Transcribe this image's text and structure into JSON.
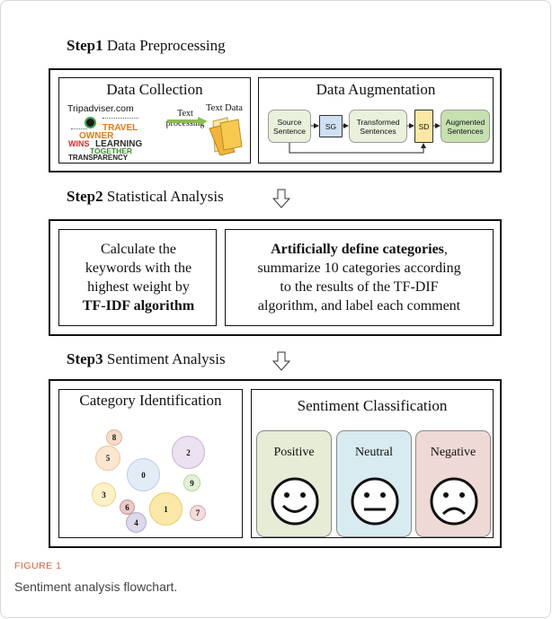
{
  "step1": {
    "number": "Step1",
    "title": "Data Preprocessing",
    "collection": {
      "heading": "Data Collection",
      "source": "Tripadviser.com",
      "text_data": "Text Data",
      "arrow_label": "Text\nprocessing",
      "words": [
        "TRAVEL",
        "OWNER",
        "WINS",
        "LEARNING",
        "TOGETHER",
        "TRANSPARENCY"
      ]
    },
    "augmentation": {
      "heading": "Data Augmentation",
      "nodes": {
        "source": "Source\nSentence",
        "sg": "SG",
        "transformed": "Transformed\nSentences",
        "sd": "SD",
        "augmented": "Augmented\nSentences"
      }
    }
  },
  "step2": {
    "number": "Step2",
    "title": "Statistical Analysis",
    "left_line1": "Calculate the",
    "left_line2": "keywords with the",
    "left_line3": "highest weight by",
    "left_bold": "TF-IDF algorithm",
    "right_bold": "Artificially define categories",
    "right_comma": ",",
    "right_line2": "summarize 10 categories according",
    "right_line3": "to the results of the TF-DIF",
    "right_line4": "algorithm, and label each comment"
  },
  "step3": {
    "number": "Step3",
    "title": "Sentiment Analysis",
    "category": {
      "heading": "Category Identification",
      "bubbles": [
        "0",
        "1",
        "2",
        "3",
        "4",
        "5",
        "6",
        "7",
        "8",
        "9"
      ]
    },
    "sentiment": {
      "heading": "Sentiment Classification",
      "classes": [
        "Positive",
        "Neutral",
        "Negative"
      ]
    }
  },
  "caption": {
    "label": "FIGURE 1",
    "text": "Sentiment analysis flowchart."
  },
  "colors": {
    "figure_label": "#d9623b",
    "source_fill": "#e9f1dc",
    "sg_fill": "#cfe0f3",
    "sd_fill": "#fde7a3",
    "augmented_fill": "#c7e0b0",
    "positive_fill": "#e6ecd6",
    "neutral_fill": "#d8ebf1",
    "negative_fill": "#efd9d6"
  }
}
